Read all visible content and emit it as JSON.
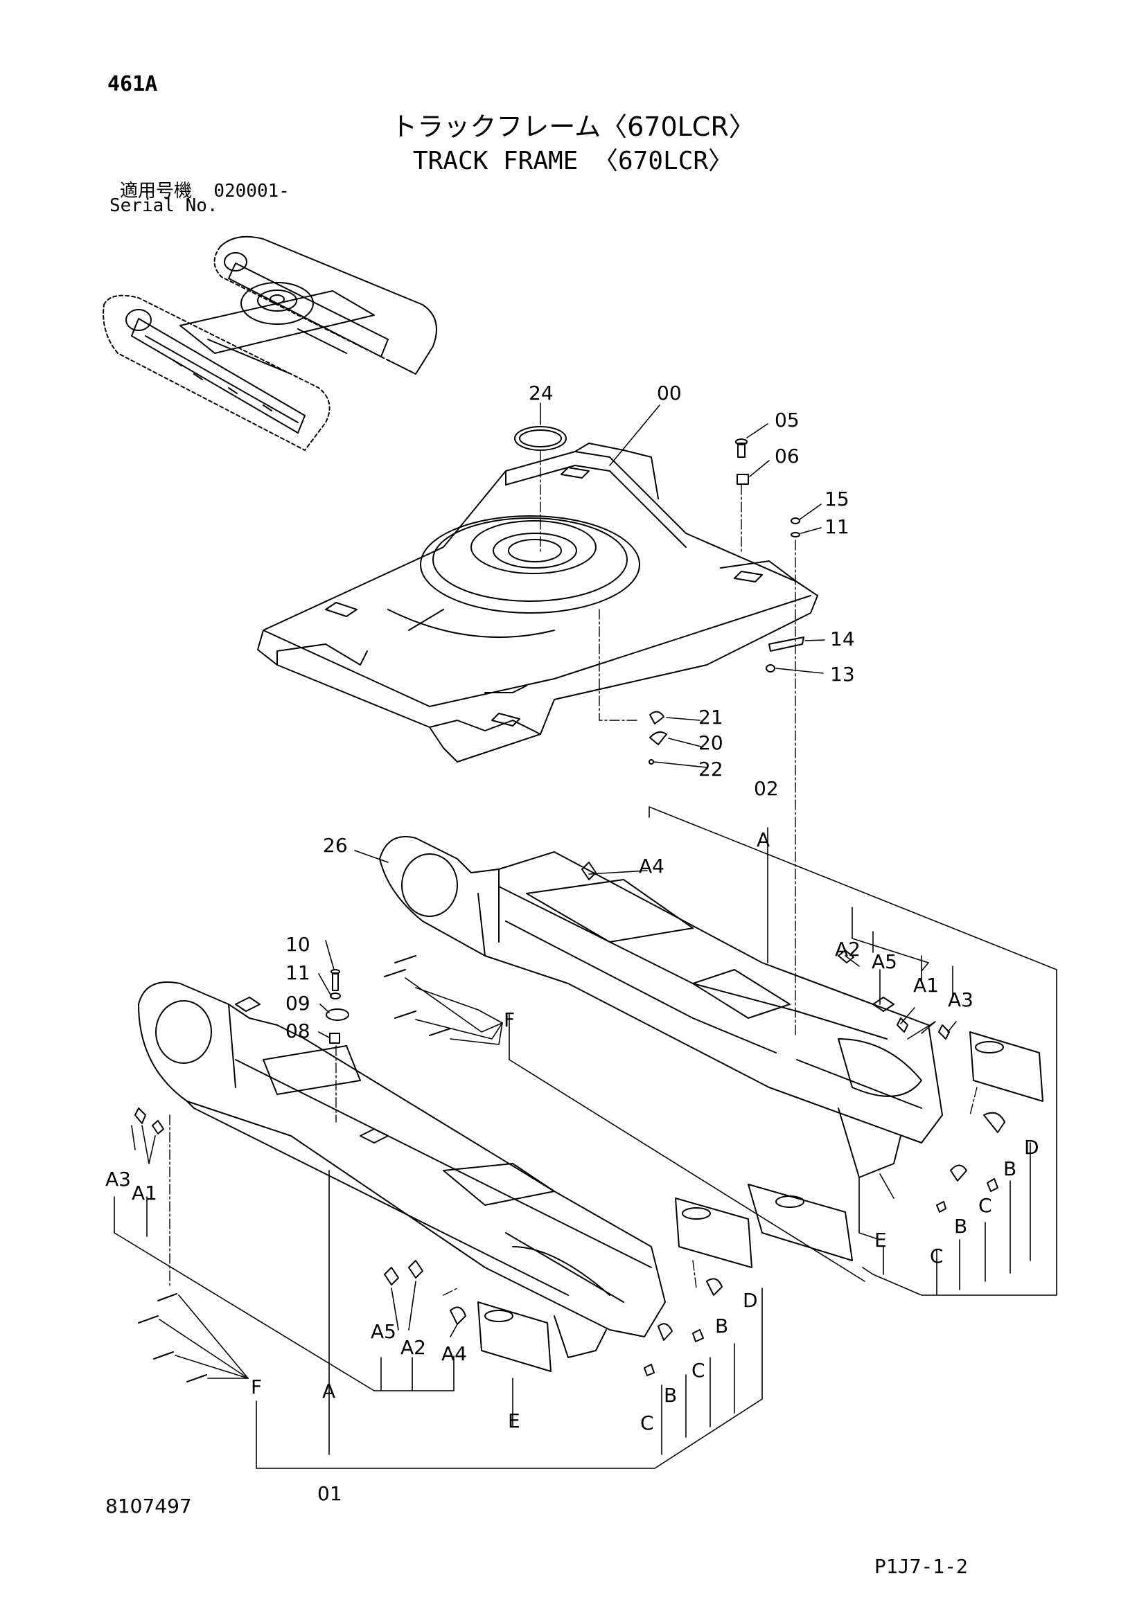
{
  "header": {
    "page_no": "461A",
    "title_jp": "トラックフレーム〈670LCR〉",
    "title_en": "TRACK FRAME 〈670LCR〉",
    "serial_label_jp": "適用号機",
    "serial_value": "020001-",
    "serial_label_en": "Serial No."
  },
  "footer": {
    "part_number": "8107497",
    "figure_code": "P1J7-1-2"
  },
  "callouts": {
    "c24": "24",
    "c00": "00",
    "c05": "05",
    "c06": "06",
    "c15": "15",
    "c11a": "11",
    "c14": "14",
    "c13": "13",
    "c21": "21",
    "c20": "20",
    "c22": "22",
    "c02": "02",
    "c26": "26",
    "cA_top": "A",
    "cA4_top": "A4",
    "cA2_top": "A2",
    "cA5_top": "A5",
    "cA1_top": "A1",
    "cA3_top": "A3",
    "cF_top": "F",
    "cD_top": "D",
    "cB_top": "B",
    "cC_top": "C",
    "cE_top": "E",
    "cC_top2": "C",
    "cB_top2": "B",
    "c10": "10",
    "c11b": "11",
    "c09": "09",
    "c08": "08",
    "cA3_bot": "A3",
    "cA1_bot": "A1",
    "cA5_bot": "A5",
    "cA2_bot": "A2",
    "cA4_bot": "A4",
    "cF_bot": "F",
    "cA_bot": "A",
    "cD_bot": "D",
    "cB_bot": "B",
    "cC_bot": "C",
    "cE_bot": "E",
    "cB_bot2": "B",
    "cC_bot2": "C",
    "c01": "01"
  },
  "colors": {
    "ink": "#000000",
    "paper": "#ffffff"
  }
}
